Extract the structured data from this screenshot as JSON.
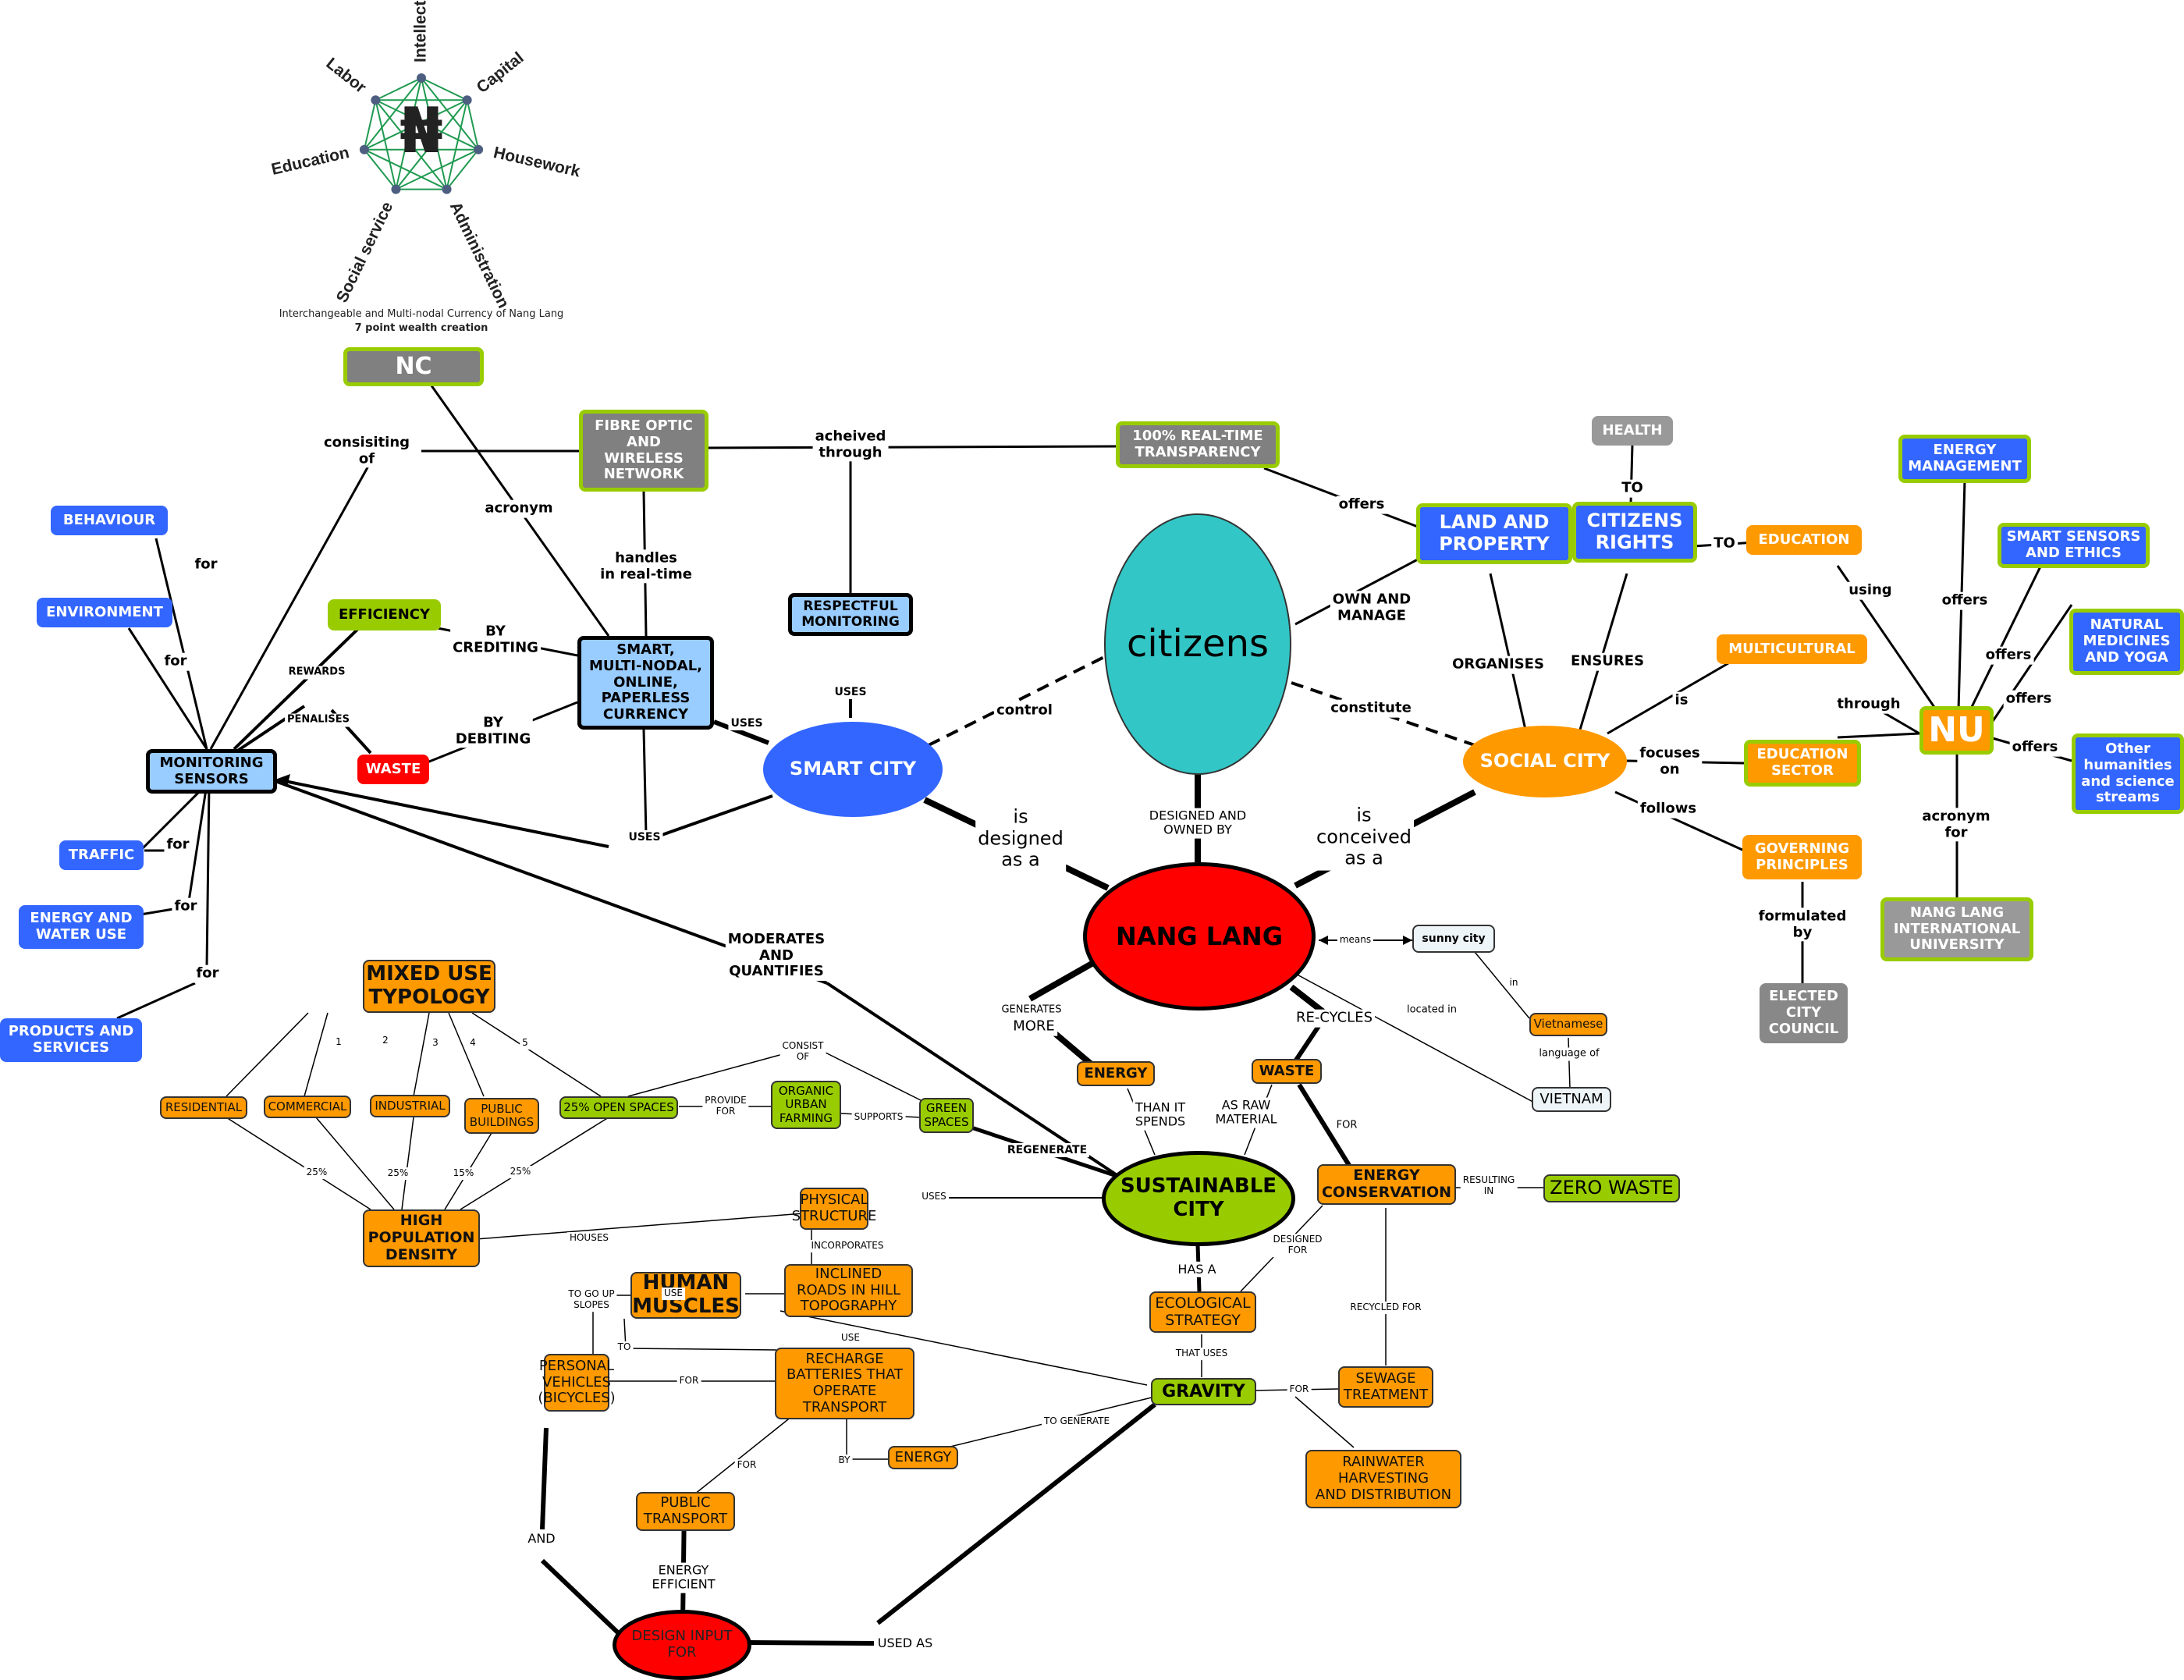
{
  "logo": {
    "caption_line1": "Interchangeable and Multi-nodal Currency of Nang Lang",
    "caption_line2": "7 point wealth creation",
    "symbol": "₦",
    "points": [
      "Intellect",
      "Capital",
      "Housework",
      "Administration",
      "Social service",
      "Education",
      "Labor"
    ]
  },
  "colors": {
    "blue": "#3366ff",
    "light_blue": "#99ccff",
    "orange": "#ff9900",
    "green": "#99cc00",
    "gray": "#808080",
    "red": "#ff0000",
    "teal": "#33c6c6"
  },
  "nodes": {
    "nc": "NC",
    "fibre": "FIBRE OPTIC\nAND\nWIRELESS\nNETWORK",
    "transparency": "100% REAL-TIME\nTRANSPARENCY",
    "behaviour": "BEHAVIOUR",
    "environment": "ENVIRONMENT",
    "efficiency": "EFFICIENCY",
    "currency": "SMART,\nMULTI-NODAL,\nONLINE,\nPAPERLESS\nCURRENCY",
    "respectful": "RESPECTFUL\nMONITORING",
    "monitoring": "MONITORING\nSENSORS",
    "waste_red": "WASTE",
    "traffic": "TRAFFIC",
    "energy_water": "ENERGY AND\nWATER USE",
    "products": "PRODUCTS AND\nSERVICES",
    "smart_city": "SMART CITY",
    "citizens": "citizens",
    "health": "HEALTH",
    "land": "LAND AND\nPROPERTY",
    "rights": "CITIZENS\nRIGHTS",
    "education": "EDUCATION",
    "multicultural": "MULTICULTURAL",
    "social_city": "SOCIAL CITY",
    "edu_sector": "EDUCATION\nSECTOR",
    "governing": "GOVERNING\nPRINCIPLES",
    "council": "ELECTED\nCITY\nCOUNCIL",
    "energy_mgmt": "ENERGY\nMANAGEMENT",
    "smart_sensors": "SMART SENSORS\nAND ETHICS",
    "natural": "NATURAL\nMEDICINES\nAND YOGA",
    "humanities": "Other\nhumanities\nand science\nstreams",
    "nu": "NU",
    "nlu": "NANG LANG\nINTERNATIONAL\nUNIVERSITY",
    "nang_lang": "NANG LANG",
    "sunny": "sunny city",
    "vietnamese": "Vietnamese",
    "vietnam": "VIETNAM",
    "energy_o": "ENERGY",
    "waste_o": "WASTE",
    "mixed": "MIXED USE\nTYPOLOGY",
    "residential": "RESIDENTIAL",
    "commercial": "COMMERCIAL",
    "industrial": "INDUSTRIAL",
    "public_bldg": "PUBLIC\nBUILDINGS",
    "open_spaces": "25% OPEN SPACES",
    "organic": "ORGANIC\nURBAN\nFARMING",
    "green_spaces": "GREEN\nSPACES",
    "sustainable": "SUSTAINABLE\nCITY",
    "energy_cons": "ENERGY\nCONSERVATION",
    "zero_waste": "ZERO WASTE",
    "high_density": "HIGH\nPOPULATION\nDENSITY",
    "physical": "PHYSICAL\nSTRUCTURE",
    "human": "HUMAN\nMUSCLES",
    "inclined": "INCLINED\nROADS IN HILL\nTOPOGRAPHY",
    "ecological": "ECOLOGICAL\nSTRATEGY",
    "personal": "PERSONAL\nVEHICLES\n(BICYCLES)",
    "recharge": "RECHARGE\nBATTERIES THAT\nOPERATE\nTRANSPORT",
    "gravity": "GRAVITY",
    "sewage": "SEWAGE\nTREATMENT",
    "energy_b": "ENERGY",
    "rainwater": "RAINWATER\nHARVESTING\nAND DISTRIBUTION",
    "public_transport": "PUBLIC\nTRANSPORT",
    "design_input": "DESIGN INPUT\nFOR"
  },
  "links": {
    "consisiting_of": "consisiting\nof",
    "acronym": "acronym",
    "acheived_through": "acheived\nthrough",
    "handles": "handles\nin real-time",
    "offers_land": "offers",
    "for_behaviour": "for",
    "for_environment": "for",
    "by_crediting": "BY\nCREDITING",
    "rewards": "REWARDS",
    "penalises": "PENALISES",
    "by_debiting": "BY\nDEBITING",
    "uses_currency": "USES",
    "uses_respectful": "USES",
    "uses_monitoring": "USES",
    "control": "control",
    "for_traffic": "for",
    "for_energy_water": "for",
    "for_products": "for",
    "moderates": "MODERATES\nAND\nQUANTIFIES",
    "is_designed": "is\ndesigned\nas a",
    "designed_owned": "DESIGNED AND\nOWNED BY",
    "is_conceived": "is\nconceived\nas a",
    "own_manage": "OWN AND\nMANAGE",
    "constitute": "constitute",
    "organises": "ORGANISES",
    "ensures": "ENSURES",
    "to_health": "TO",
    "to_education": "TO",
    "is_multi": "is",
    "focuses_on": "focuses\non",
    "follows": "follows",
    "formulated_by": "formulated\nby",
    "using": "using",
    "through": "through",
    "offers_1": "offers",
    "offers_2": "offers",
    "offers_3": "offers",
    "offers_4": "offers",
    "acronym_for": "acronym\nfor",
    "means": "means",
    "in": "in",
    "located_in": "located in",
    "language_of": "language of",
    "generates": "GENERATES",
    "more": "MORE",
    "re_cycles": "RE-CYCLES",
    "than_it_spends": "THAN IT\nSPENDS",
    "as_raw": "AS RAW\nMATERIAL",
    "for_waste": "FOR",
    "n1": "1",
    "n2": "2",
    "n3": "3",
    "n4": "4",
    "n5": "5",
    "p25a": "25%",
    "p25b": "25%",
    "p15": "15%",
    "p25c": "25%",
    "consist_of": "CONSIST\nOF",
    "provide_for": "PROVIDE\nFOR",
    "supports": "SUPPORTS",
    "regenerate": "REGENERATE",
    "resulting_in": "RESULTING\nIN",
    "uses_physical": "USES",
    "houses": "HOUSES",
    "incorporates": "INCORPORATES",
    "designed_for": "DESIGNED\nFOR",
    "has_a": "HAS A",
    "recycled_for": "RECYCLED FOR",
    "to_go_up": "TO GO UP\nSLOPES",
    "use_inclined": "USE",
    "to_recharge": "TO",
    "use_gravity": "USE",
    "that_uses": "THAT USES",
    "for_personal": "FOR",
    "for_sewage": "FOR",
    "to_generate": "TO GENERATE",
    "by_energy": "BY",
    "for_public": "FOR",
    "and": "AND",
    "energy_efficient": "ENERGY\nEFFICIENT",
    "used_as": "USED AS"
  }
}
